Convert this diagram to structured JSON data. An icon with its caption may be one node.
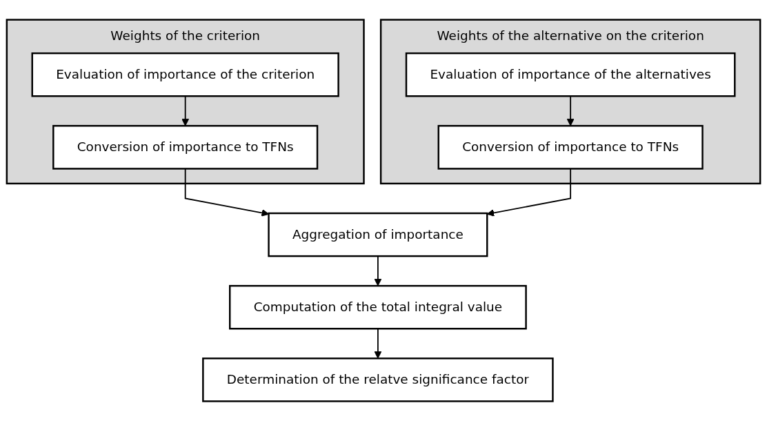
{
  "diagram": {
    "nodes": [
      {
        "text": [
          "Weights of the criterion"
        ]
      },
      {
        "text": [
          "Evaluation of importance of the criterion"
        ],
        "in": 0
      },
      {
        "text": [
          "Conversion of importance to TFNs"
        ],
        "in": 0
      },
      {
        "text": [
          "Weights of the alternative on the criterion"
        ]
      },
      {
        "text": [
          "Evaluation of importance of the alternatives"
        ],
        "in": 3
      },
      {
        "text": [
          "Conversion of importance to TFNs"
        ],
        "in": 3
      },
      {
        "text": [
          "Aggregation of importance"
        ]
      },
      {
        "text": [
          "Computation of the total integral value"
        ]
      },
      {
        "text": [
          "Determination of the relatve significance factor"
        ]
      }
    ],
    "edges": [
      {
        "from": 1,
        "to": 2,
        "arrow": "to"
      },
      {
        "from": 4,
        "to": 5,
        "arrow": "to"
      },
      {
        "from": 2,
        "to": 6,
        "arrow": "to"
      },
      {
        "from": 5,
        "to": 6,
        "arrow": "to"
      },
      {
        "from": 6,
        "to": 7,
        "arrow": "to"
      },
      {
        "from": 7,
        "to": 8,
        "arrow": "to"
      }
    ]
  }
}
